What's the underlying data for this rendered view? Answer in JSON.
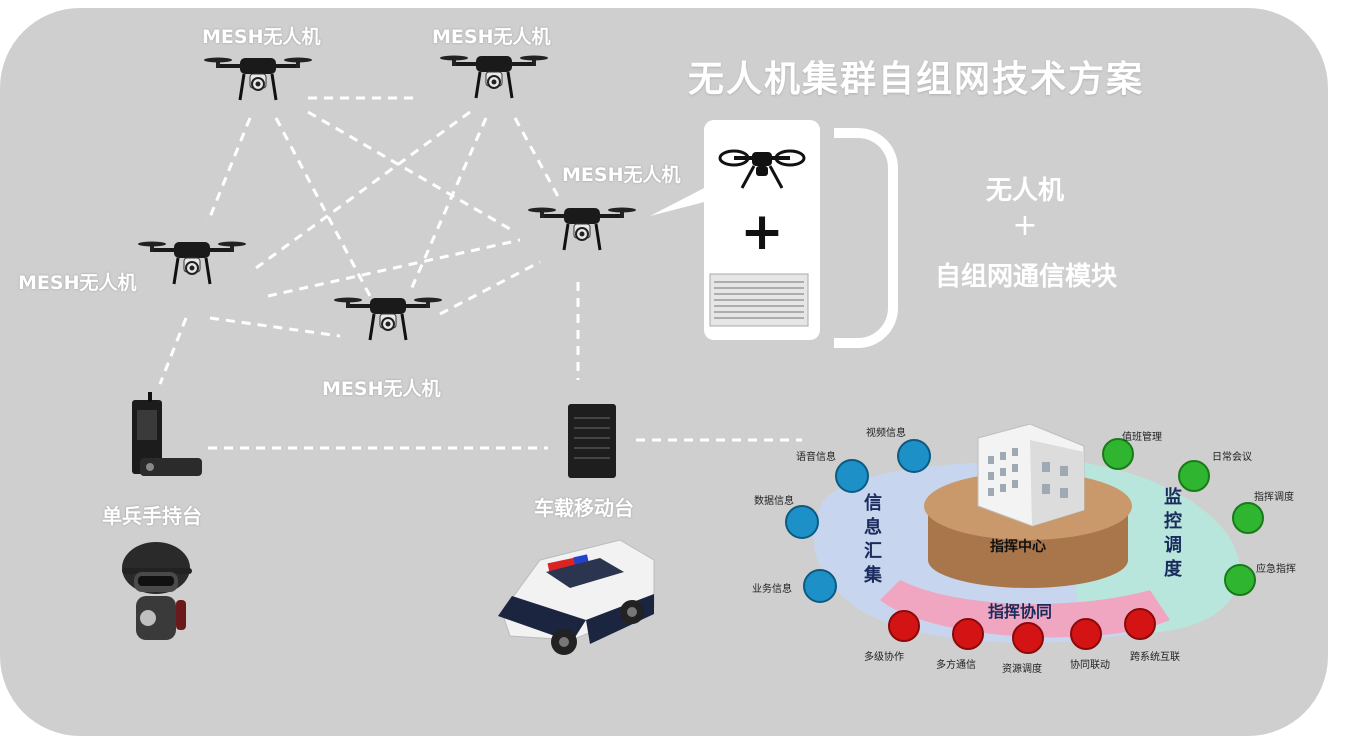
{
  "title": "无人机集群自组网技术方案",
  "drone_labels": [
    "MESH无人机",
    "MESH无人机",
    "MESH无人机",
    "MESH无人机",
    "MESH无人机"
  ],
  "legend_right": {
    "line1": "无人机",
    "plus": "+",
    "line2": "自组网通信模块"
  },
  "card_plus": "+",
  "ground": {
    "handheld": "单兵手持台",
    "vehicle": "车载移动台"
  },
  "command": {
    "center": "指挥中心",
    "left_sector": [
      "信",
      "息",
      "汇",
      "集"
    ],
    "right_sector": [
      "监",
      "控",
      "调",
      "度"
    ],
    "bottom_sector": "指挥协同",
    "blue_nodes": [
      "视频信息",
      "语音信息",
      "数据信息",
      "业务信息"
    ],
    "green_nodes": [
      "值班管理",
      "日常会议",
      "指挥调度",
      "应急指挥"
    ],
    "red_nodes": [
      "多级协作",
      "多方通信",
      "资源调度",
      "协同联动",
      "跨系统互联"
    ]
  },
  "colors": {
    "background": "#cfcfcf",
    "blue_node": "#1e90c8",
    "green_node": "#2fb52f",
    "red_node": "#d41414",
    "sector_left": "#c7d6ee",
    "sector_right": "#b9e6dc",
    "sector_bottom": "#f0a6c0"
  }
}
